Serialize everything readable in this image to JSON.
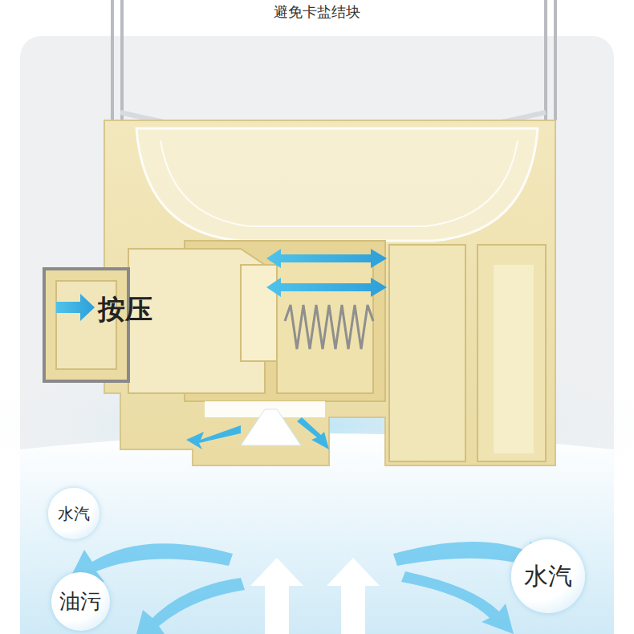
{
  "diagram": {
    "title": "避免卡盐结块",
    "nodes": [
      {
        "text": [
          "水汽"
        ]
      },
      {
        "text": [
          "油污"
        ]
      },
      {
        "text": [
          "水汽"
        ]
      }
    ],
    "labels": [
      "按压"
    ]
  }
}
